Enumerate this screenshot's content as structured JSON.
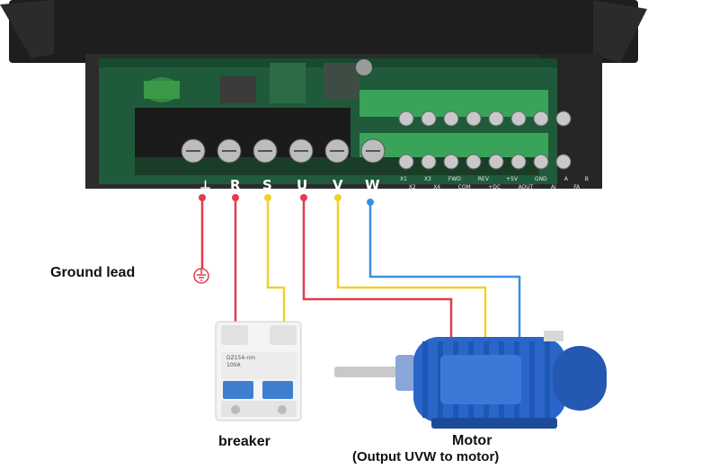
{
  "terminals": [
    {
      "id": "ground",
      "label": "⏚",
      "color": "#e23b4e"
    },
    {
      "id": "R",
      "label": "R",
      "color": "#e23b4e"
    },
    {
      "id": "S",
      "label": "S",
      "color": "#f2cf2a"
    },
    {
      "id": "U",
      "label": "U",
      "color": "#e23b4e"
    },
    {
      "id": "V",
      "label": "V",
      "color": "#f2cf2a"
    },
    {
      "id": "W",
      "label": "W",
      "color": "#3b8fe0"
    }
  ],
  "control_terminals": {
    "row1": [
      "X1",
      "X3",
      "FWD",
      "REV",
      "+5V",
      "GND",
      "A",
      "B"
    ],
    "row2": [
      "X2",
      "X4",
      "COM",
      "+DC",
      "AOUT",
      "AI",
      "FA"
    ]
  },
  "labels": {
    "ground_lead": "Ground lead",
    "breaker": "breaker",
    "motor": "Motor",
    "motor_sub": "(Output UVW to motor)",
    "breaker_model": "DZ15⁣4-nm",
    "breaker_rating": "100A"
  },
  "colors": {
    "red_wire": "#e23b4e",
    "yellow_wire": "#f2cf2a",
    "blue_wire": "#3b8fe0",
    "pcb_green": "#1f5a3a",
    "housing": "#2a2a2a",
    "motor_blue": "#2a66c9"
  }
}
